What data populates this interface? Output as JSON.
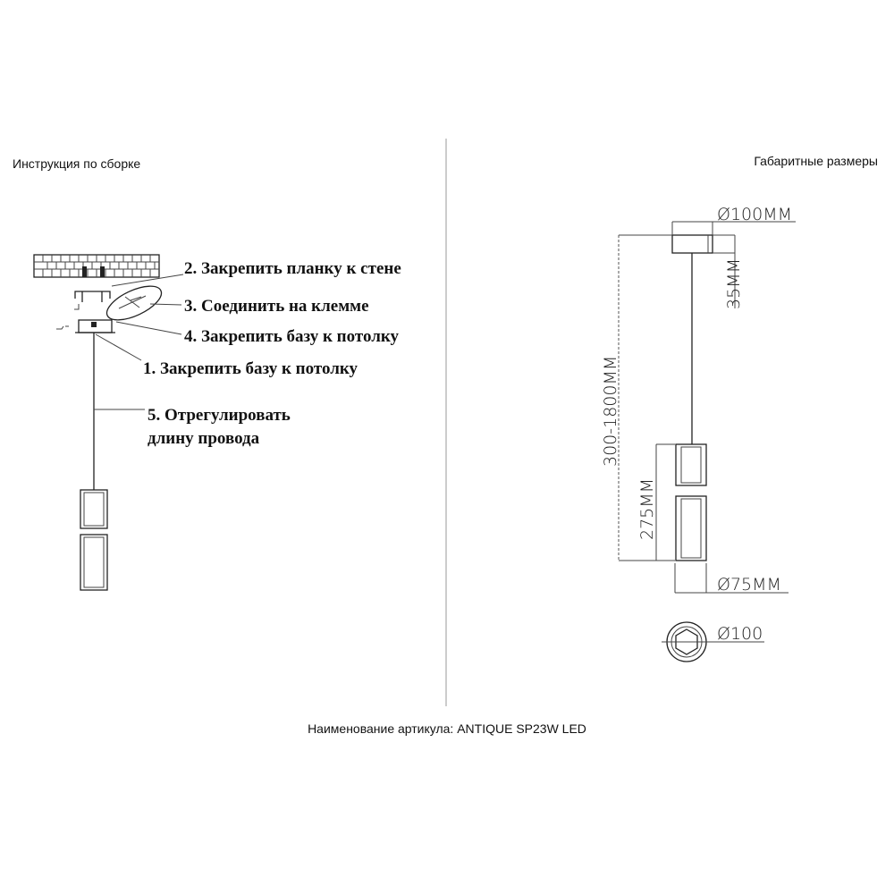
{
  "headings": {
    "left": "Инструкция по сборке",
    "right": "Габаритные размеры"
  },
  "steps": [
    "2. Закрепить планку к стене",
    "3. Соединить на клемме",
    "4. Закрепить базу к потолку",
    "1. Закрепить базу к потолку",
    "5. Отрегулировать",
    "длину провода"
  ],
  "dimensions": {
    "canopy_diameter": "Ø100MM",
    "canopy_height": "35MM",
    "total_length": "300-1800MM",
    "shade_length": "275MM",
    "shade_diameter": "Ø75MM",
    "top_view_diameter": "Ø100"
  },
  "caption": "Наименование артикула: ANTIQUE SP23W LED"
}
